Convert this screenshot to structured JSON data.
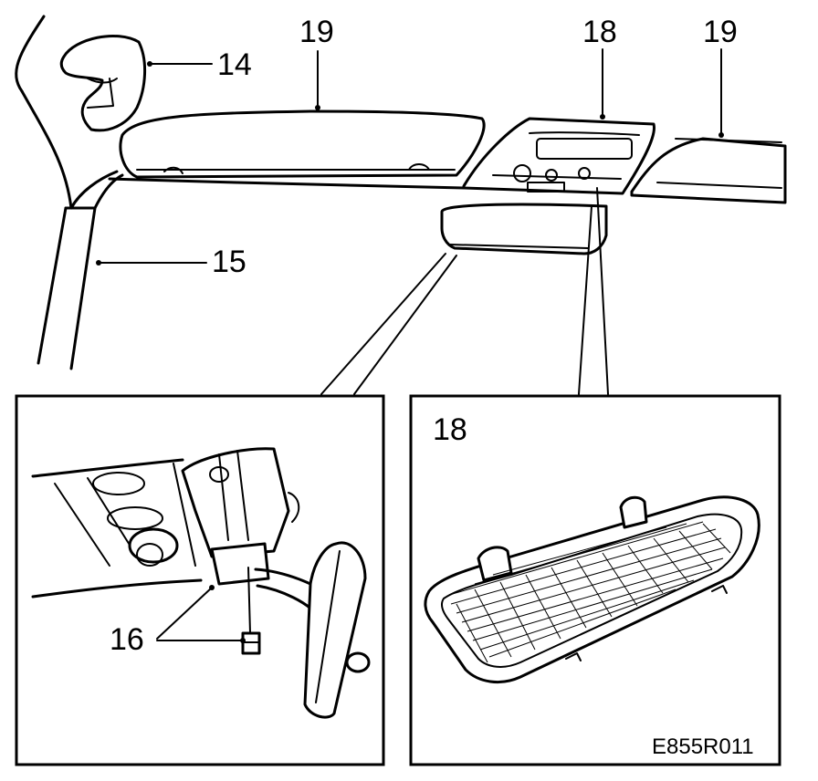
{
  "callouts": {
    "c14": "14",
    "c15": "15",
    "c16": "16",
    "c18_top": "18",
    "c19_left": "19",
    "c19_right": "19",
    "c18_inset": "18"
  },
  "figure_code": "E855R011"
}
